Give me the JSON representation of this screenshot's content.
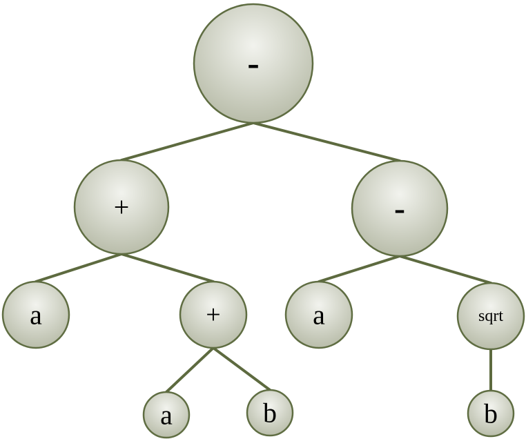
{
  "colors": {
    "edge": "#5d6a3f",
    "node_stroke": "#5f6d42",
    "node_fill_light": "#f2f3ee",
    "node_fill_dark": "#b9bdaa"
  },
  "tree": {
    "nodes": [
      {
        "id": "root",
        "label": "-",
        "bold": true
      },
      {
        "id": "plus-left",
        "label": "+",
        "bold": false
      },
      {
        "id": "minus-right",
        "label": "-",
        "bold": true
      },
      {
        "id": "leaf-a-1",
        "label": "a",
        "bold": false
      },
      {
        "id": "plus-inner",
        "label": "+",
        "bold": false
      },
      {
        "id": "leaf-a-2",
        "label": "a",
        "bold": false
      },
      {
        "id": "sqrt",
        "label": "sqrt",
        "bold": false
      },
      {
        "id": "leaf-a-3",
        "label": "a",
        "bold": false
      },
      {
        "id": "leaf-b-1",
        "label": "b",
        "bold": false
      },
      {
        "id": "leaf-b-2",
        "label": "b",
        "bold": false
      }
    ],
    "edges": [
      [
        "root",
        "plus-left"
      ],
      [
        "root",
        "minus-right"
      ],
      [
        "plus-left",
        "leaf-a-1"
      ],
      [
        "plus-left",
        "plus-inner"
      ],
      [
        "minus-right",
        "leaf-a-2"
      ],
      [
        "minus-right",
        "sqrt"
      ],
      [
        "plus-inner",
        "leaf-a-3"
      ],
      [
        "plus-inner",
        "leaf-b-1"
      ],
      [
        "sqrt",
        "leaf-b-2"
      ]
    ]
  }
}
